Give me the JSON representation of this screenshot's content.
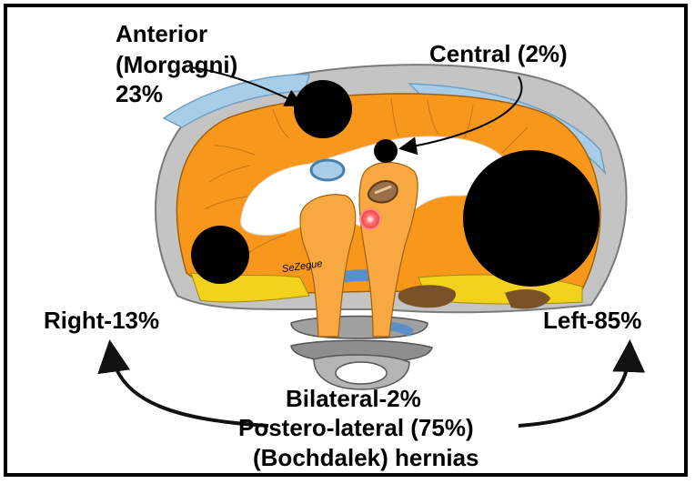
{
  "labels": {
    "anterior_line1": "Anterior",
    "anterior_line2": "(Morgagni)",
    "anterior_line3": "23%",
    "central": "Central (2%)",
    "right": "Right-13%",
    "left": "Left-85%",
    "bilateral": "Bilateral-2%",
    "posterolateral": "Postero-lateral (75%)",
    "bochdalek": "(Bochdalek) hernias",
    "signature": "SeZegue"
  },
  "colors": {
    "diaphragm_muscle": "#f7981d",
    "central_tendon": "#ffffff",
    "rib_border": "#b8b8b8",
    "pleura_blue": "#a8cde8",
    "hernia_defect": "#000000",
    "vertebra": "#8e8e8e",
    "crus": "#f7a840",
    "fat_yellow": "#f2d21c",
    "kidney_brown": "#7a5228",
    "aorta_red": "#e8404a"
  }
}
